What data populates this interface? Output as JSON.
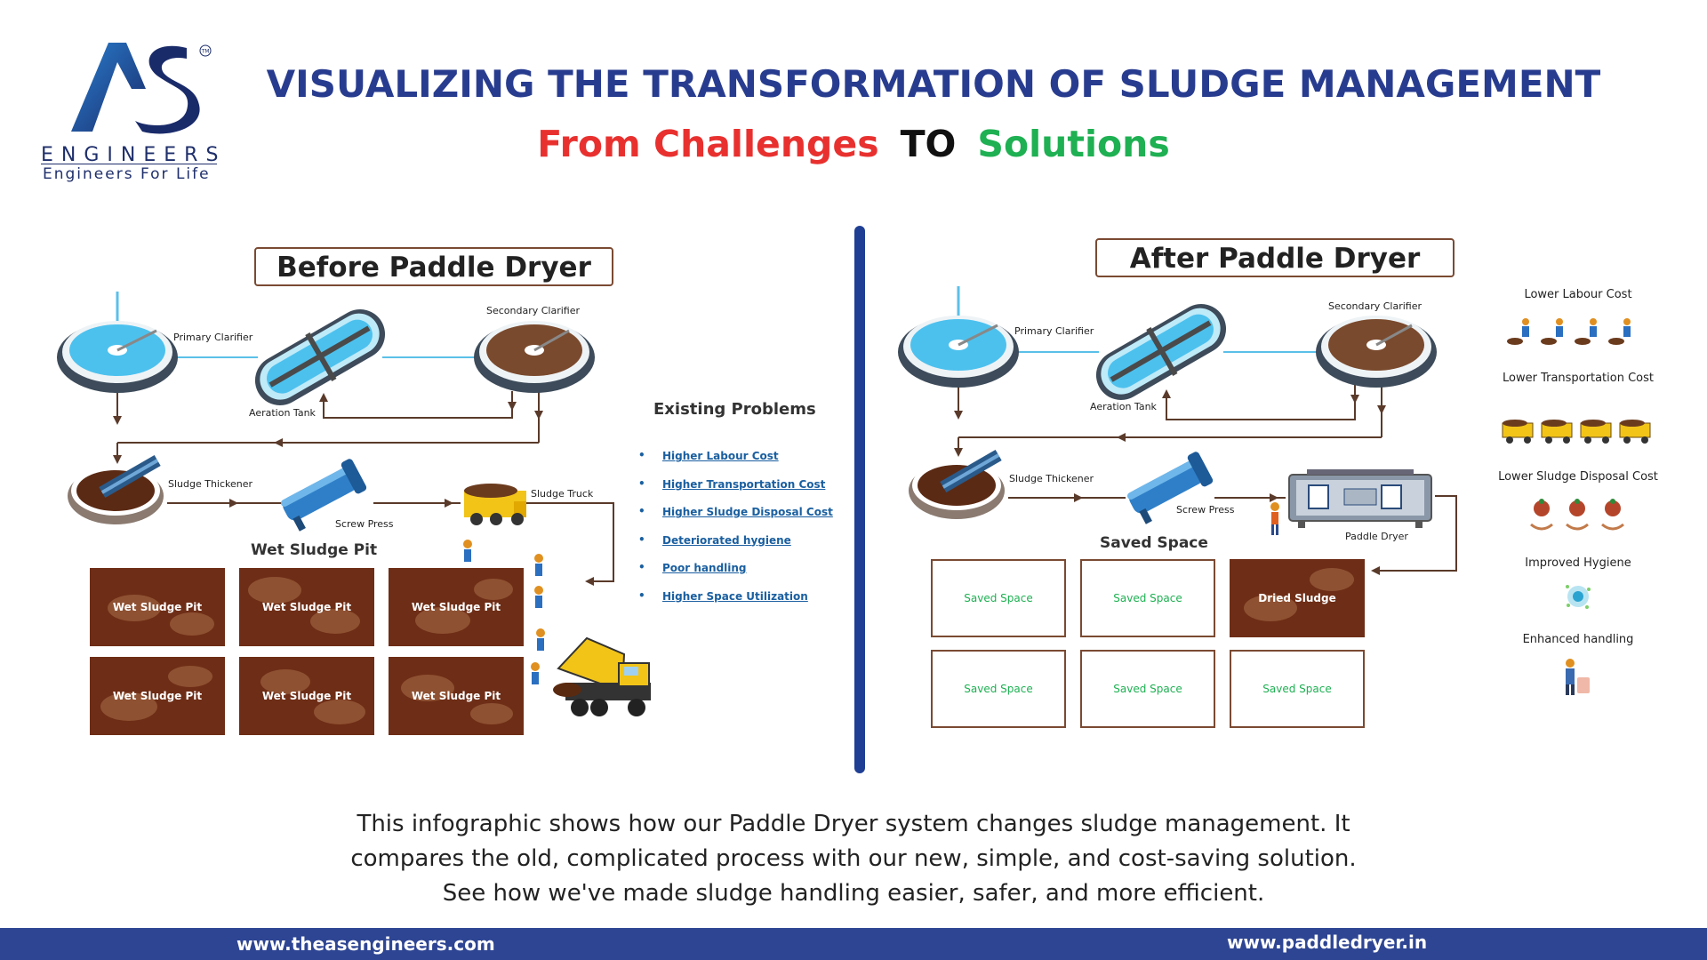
{
  "logo": {
    "company": "ENGINEERS",
    "tagline": "Engineers For Life",
    "tm": "TM"
  },
  "header": {
    "title": "VISUALIZING THE TRANSFORMATION OF SLUDGE MANAGEMENT",
    "sub_challenges": "From Challenges",
    "sub_to": "TO",
    "sub_solutions": "Solutions"
  },
  "before": {
    "title": "Before Paddle Dryer",
    "primary_clarifier": "Primary Clarifier",
    "aeration_tank": "Aeration Tank",
    "secondary_clarifier": "Secondary Clarifier",
    "sludge_thickener": "Sludge Thickener",
    "screw_press": "Screw Press",
    "sludge_truck": "Sludge Truck",
    "pit_heading": "Wet Sludge Pit",
    "pits": [
      "Wet Sludge Pit",
      "Wet Sludge Pit",
      "Wet Sludge Pit",
      "Wet Sludge Pit",
      "Wet Sludge Pit",
      "Wet Sludge Pit"
    ]
  },
  "problems": {
    "title": "Existing Problems",
    "items": [
      "Higher Labour Cost",
      "Higher Transportation Cost",
      "Higher Sludge Disposal Cost",
      "Deteriorated hygiene",
      "Poor handling",
      "Higher Space Utilization"
    ]
  },
  "after": {
    "title": "After Paddle Dryer",
    "primary_clarifier": "Primary Clarifier",
    "aeration_tank": "Aeration Tank",
    "secondary_clarifier": "Secondary Clarifier",
    "sludge_thickener": "Sludge Thickener",
    "screw_press": "Screw Press",
    "paddle_dryer": "Paddle Dryer",
    "space_heading": "Saved Space",
    "spaces": [
      "Saved Space",
      "Saved Space",
      "Dried Sludge",
      "Saved Space",
      "Saved Space",
      "Saved Space"
    ]
  },
  "benefits": [
    {
      "label": "Lower Labour Cost",
      "icon": "workers-icon"
    },
    {
      "label": "Lower Transportation Cost",
      "icon": "trucks-icon"
    },
    {
      "label": "Lower Sludge Disposal Cost",
      "icon": "money-hands-icon"
    },
    {
      "label": "Improved Hygiene",
      "icon": "hygiene-icon"
    },
    {
      "label": "Enhanced handling",
      "icon": "handling-icon"
    }
  ],
  "description": {
    "line1": "This infographic shows how our Paddle Dryer system changes sludge management. It",
    "line2": "compares the old, complicated process with our new, simple, and cost-saving solution.",
    "line3": "See how we've made sludge handling easier, safer, and more efficient."
  },
  "footer": {
    "left_url": "www.theasengineers.com",
    "right_url": "www.paddledryer.in"
  },
  "colors": {
    "brand_blue": "#283c8f",
    "challenge_red": "#e8312f",
    "solution_green": "#1eb052",
    "sludge_brown": "#6e2d16",
    "pipe_blue": "#5bc0e8"
  }
}
